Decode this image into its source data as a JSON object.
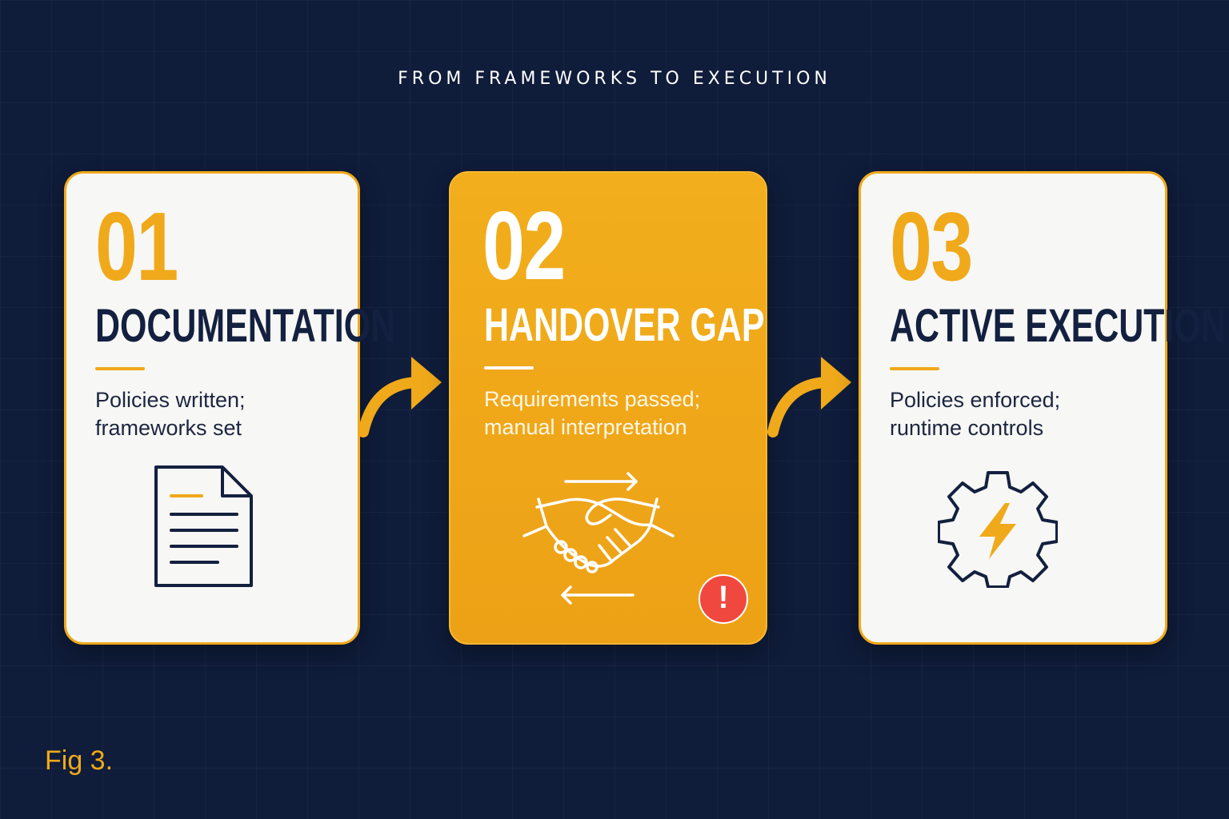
{
  "title": "FROM FRAMEWORKS TO EXECUTION",
  "steps": [
    {
      "number": "01",
      "heading": "DOCUMENTATION",
      "description_line1": "Policies written;",
      "description_line2": "frameworks set",
      "icon": "document-icon"
    },
    {
      "number": "02",
      "heading": "HANDOVER GAP",
      "description_line1": "Requirements passed;",
      "description_line2": "manual interpretation",
      "icon": "handshake-icon",
      "badge": "!"
    },
    {
      "number": "03",
      "heading": "ACTIVE EXECUTION",
      "description_line1": "Policies enforced;",
      "description_line2": "runtime controls",
      "icon": "gear-lightning-icon"
    }
  ],
  "figure_label": "Fig 3.",
  "colors": {
    "background": "#0f1c3a",
    "accent": "#f0a91a",
    "text_dark": "#13203f",
    "warning": "#f0483e"
  }
}
